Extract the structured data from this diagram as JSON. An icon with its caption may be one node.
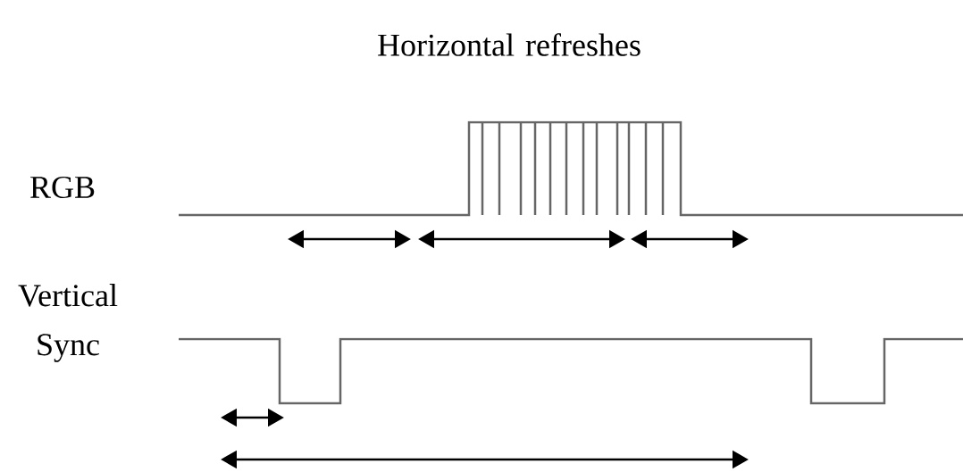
{
  "diagram": {
    "labels": [
      "Horizontal refreshes",
      "RGB",
      "Vertical Sync"
    ]
  }
}
